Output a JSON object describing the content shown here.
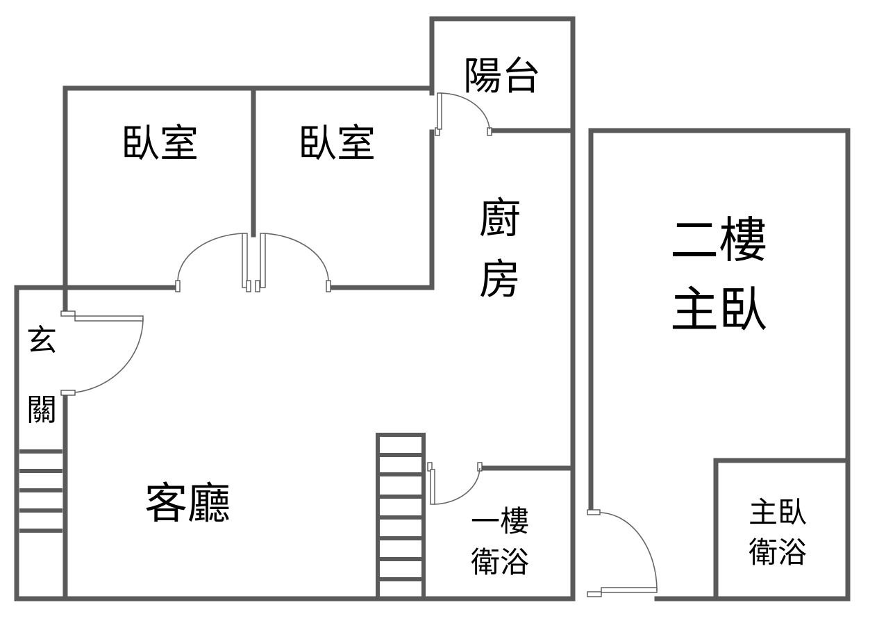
{
  "rooms": {
    "bedroom_left": "臥室",
    "bedroom_right": "臥室",
    "balcony": "陽台",
    "kitchen_line1": "廚",
    "kitchen_line2": "房",
    "entrance_line1": "玄",
    "entrance_line2": "關",
    "living_room": "客廳",
    "bath_1f_line1": "一樓",
    "bath_1f_line2": "衛浴",
    "master_2f_line1": "二樓",
    "master_2f_line2": "主臥",
    "master_bath_line1": "主臥",
    "master_bath_line2": "衛浴"
  },
  "colors": {
    "wall": "#5a5a5a",
    "text": "#000000",
    "background": "#ffffff"
  }
}
